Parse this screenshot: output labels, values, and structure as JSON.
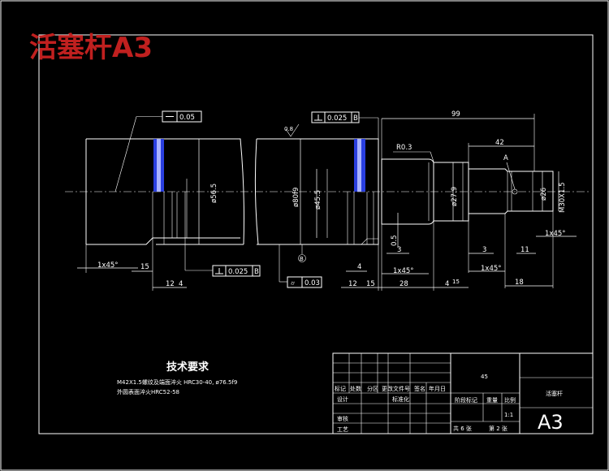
{
  "title": "活塞杆A3",
  "colors": {
    "background": "#000000",
    "line": "#ffffff",
    "title": "#c0201f",
    "highlight": "#2a3fe0"
  },
  "tolerances": {
    "straightness": "0.05",
    "perp_top": "0.025",
    "perp_bottom": "0.025",
    "datum": "B",
    "cyl": "0.03"
  },
  "dimensions": {
    "d99": "99",
    "d42": "42",
    "A": "A",
    "r03": "R0.3",
    "dia565": "ø56.5",
    "dia80": "ø80f9",
    "dia45": "ø45.5",
    "dia279": "ø27.9",
    "dia26": "ø26",
    "m30": "M30X1.5",
    "roughness": "0.8",
    "datumB": "B",
    "c1x45a": "1x45°",
    "c1x45b": "1x45°",
    "c1x45c": "1x45°",
    "c1x45d": "1x45°",
    "d15a": "15",
    "d12a": "12",
    "d4a": "4",
    "d4b": "4",
    "d12b": "12",
    "d15b": "15",
    "d28": "28",
    "d4c": "4",
    "d15c": "15",
    "d3a": "3",
    "d3b": "3",
    "d05": "0.5",
    "d18": "18",
    "d11": "11"
  },
  "tech": {
    "heading": "技术要求",
    "line1": "M42X1.5螺纹及端面淬火 HRC30-40, ø76.5f9",
    "line2": "外圆表面淬火HRC52-58"
  },
  "title_block": {
    "col1": "标记",
    "col2": "处数",
    "col3": "分区",
    "col4": "更改文件号",
    "col5": "签名",
    "col6": "年月日",
    "design": "设计",
    "std": "标准化",
    "review": "审核",
    "process": "工艺",
    "material": "45",
    "stage": "阶段标记",
    "weight": "重量",
    "scale_h": "比例",
    "scale": "1:1",
    "sheets": "共 6 张",
    "sheet": "第 2 张",
    "name": "活塞杆",
    "size": "A3"
  }
}
